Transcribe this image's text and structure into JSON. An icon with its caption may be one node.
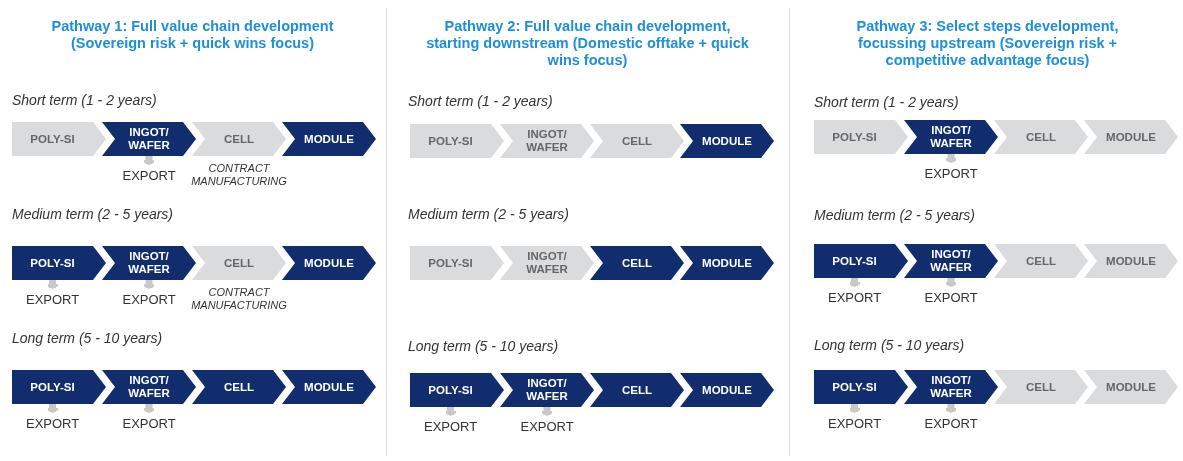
{
  "diagram": {
    "nodes": [
      {
        "text": [
          "POLY-SI"
        ]
      },
      {
        "text": [
          "INGOT/ WAFER"
        ]
      },
      {
        "text": [
          "CELL"
        ],
        "beside": [
          "CONTRACT MANUFACTURING"
        ]
      },
      {
        "text": [
          "MODULE"
        ]
      },
      {
        "text": [
          "EXPORT"
        ]
      },
      {
        "text": [
          "POLY-SI"
        ]
      },
      {
        "text": [
          "INGOT/ WAFER"
        ]
      },
      {
        "text": [
          "CELL"
        ],
        "beside": [
          "CONTRACT MANUFACTURING"
        ]
      },
      {
        "text": [
          "MODULE"
        ]
      },
      {
        "text": [
          "EXPORT"
        ]
      },
      {
        "text": [
          "EXPORT"
        ]
      },
      {
        "text": [
          "POLY-SI"
        ]
      },
      {
        "text": [
          "INGOT/ WAFER"
        ]
      },
      {
        "text": [
          "CELL"
        ]
      },
      {
        "text": [
          "MODULE"
        ]
      },
      {
        "text": [
          "EXPORT"
        ]
      },
      {
        "text": [
          "EXPORT"
        ]
      },
      {
        "text": [
          "POLY-SI"
        ]
      },
      {
        "text": [
          "INGOT/ WAFER"
        ]
      },
      {
        "text": [
          "CELL"
        ]
      },
      {
        "text": [
          "MODULE"
        ]
      },
      {
        "text": [
          "POLY-SI"
        ]
      },
      {
        "text": [
          "INGOT/ WAFER"
        ]
      },
      {
        "text": [
          "CELL"
        ]
      },
      {
        "text": [
          "MODULE"
        ]
      },
      {
        "text": [
          "POLY-SI"
        ]
      },
      {
        "text": [
          "INGOT/ WAFER"
        ]
      },
      {
        "text": [
          "CELL"
        ]
      },
      {
        "text": [
          "MODULE"
        ]
      },
      {
        "text": [
          "EXPORT"
        ]
      },
      {
        "text": [
          "EXPORT"
        ]
      },
      {
        "text": [
          "POLY-SI"
        ]
      },
      {
        "text": [
          "INGOT/ WAFER"
        ]
      },
      {
        "text": [
          "CELL"
        ]
      },
      {
        "text": [
          "MODULE"
        ]
      },
      {
        "text": [
          "EXPORT"
        ]
      },
      {
        "text": [
          "POLY-SI"
        ]
      },
      {
        "text": [
          "INGOT/ WAFER"
        ]
      },
      {
        "text": [
          "CELL"
        ]
      },
      {
        "text": [
          "MODULE"
        ]
      },
      {
        "text": [
          "EXPORT"
        ]
      },
      {
        "text": [
          "EXPORT"
        ]
      },
      {
        "text": [
          "POLY-SI"
        ]
      },
      {
        "text": [
          "INGOT/ WAFER"
        ]
      },
      {
        "text": [
          "CELL"
        ]
      },
      {
        "text": [
          "MODULE"
        ]
      },
      {
        "text": [
          "EXPORT"
        ]
      },
      {
        "text": [
          "EXPORT"
        ]
      }
    ],
    "edges": [
      {
        "from": 1,
        "to": 4,
        "arrow": "to"
      },
      {
        "from": 5,
        "to": 9,
        "arrow": "to"
      },
      {
        "from": 6,
        "to": 10,
        "arrow": "to"
      },
      {
        "from": 11,
        "to": 15,
        "arrow": "to"
      },
      {
        "from": 12,
        "to": 16,
        "arrow": "to"
      },
      {
        "from": 25,
        "to": 29,
        "arrow": "to"
      },
      {
        "from": 26,
        "to": 30,
        "arrow": "to"
      },
      {
        "from": 32,
        "to": 35,
        "arrow": "to"
      },
      {
        "from": 36,
        "to": 40,
        "arrow": "to"
      },
      {
        "from": 37,
        "to": 41,
        "arrow": "to"
      },
      {
        "from": 42,
        "to": 46,
        "arrow": "to"
      },
      {
        "from": 43,
        "to": 47,
        "arrow": "to"
      }
    ],
    "labels": [
      "Pathway 1: Full value chain development (Sovereign risk + quick wins focus)",
      "Short term (1 - 2 years)",
      "Medium term (2 - 5 years)",
      "Long term (5 - 10 years)",
      "Pathway 2: Full value chain development, starting downstream (Domestic offtake + quick wins focus)",
      "Short term (1 - 2 years)",
      "Medium term (2 - 5 years)",
      "Long term (5 - 10 years)",
      "Pathway 3: Select steps development, focussing upstream (Sovereign risk + competitive advantage focus)",
      "Short term (1 - 2 years)",
      "Medium term (2 - 5 years)",
      "Long term (5 - 10 years)"
    ]
  }
}
